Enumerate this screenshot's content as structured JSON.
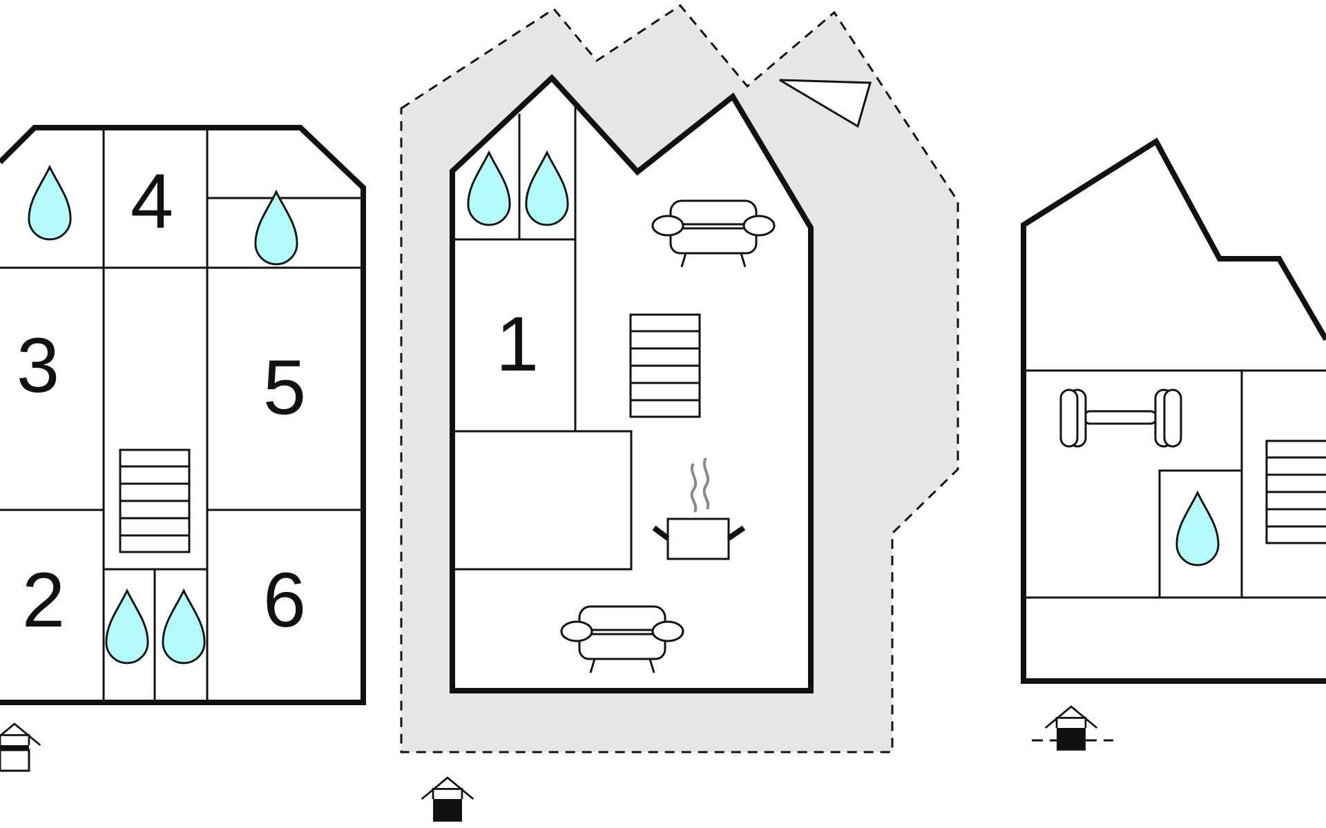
{
  "rooms": {
    "left": {
      "r4": "4",
      "r3": "3",
      "r5": "5",
      "r2": "2",
      "r6": "6"
    },
    "middle": {
      "r1": "1"
    }
  },
  "icons": [
    "water-drop-icon",
    "sofa-icon",
    "staircase-icon",
    "cooking-pot-icon",
    "dumbbell-icon",
    "entrance-icon",
    "terrace-area"
  ],
  "colors": {
    "water": "#b3fbfb",
    "terrace": "#e6e6e6",
    "walls": "#111111",
    "steam": "#888888"
  }
}
